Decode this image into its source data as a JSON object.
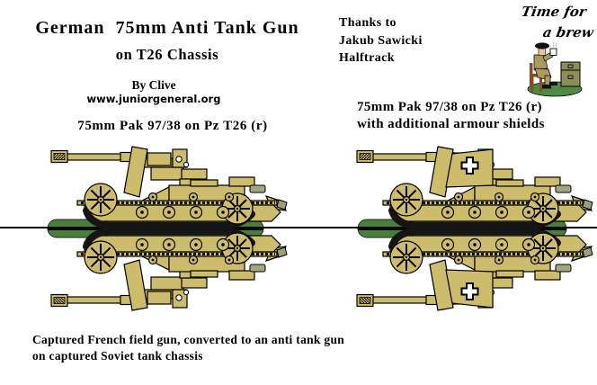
{
  "header": {
    "title_line1": "German  75mm Anti Tank Gun",
    "title_line2": "on T26 Chassis",
    "byline": "By Clive",
    "website": "www.juniorgeneral.org",
    "thanks_line1": "Thanks to",
    "thanks_line2": "Jakub Sawicki",
    "thanks_line3": "Halftrack"
  },
  "tea_break": {
    "caption_line1": "Time for",
    "caption_line2": "a brew",
    "icon": "soldier-tea-break-icon"
  },
  "figures": {
    "left": {
      "label": "75mm Pak 97/38 on Pz T26 (r)"
    },
    "right": {
      "label_line1": "75mm Pak 97/38 on Pz T26 (r)",
      "label_line2": "with additional armour shields"
    }
  },
  "footer": {
    "caption_line1": "Captured French field gun, converted to an anti tank gun",
    "caption_line2": "on captured Soviet tank chassis"
  },
  "colors": {
    "tank_tan": "#cdbc6c",
    "base_green": "#4d7c41",
    "outline_black": "#000000",
    "exhaust_grey": "#a3a67f",
    "cross_white": "#ffffff",
    "uniform_khaki": "#ab9a60",
    "chair_brown": "#8a4a22",
    "crate_olive": "#8d8d58",
    "ground_green": "#4e8c46",
    "skin": "#e8c49c"
  }
}
